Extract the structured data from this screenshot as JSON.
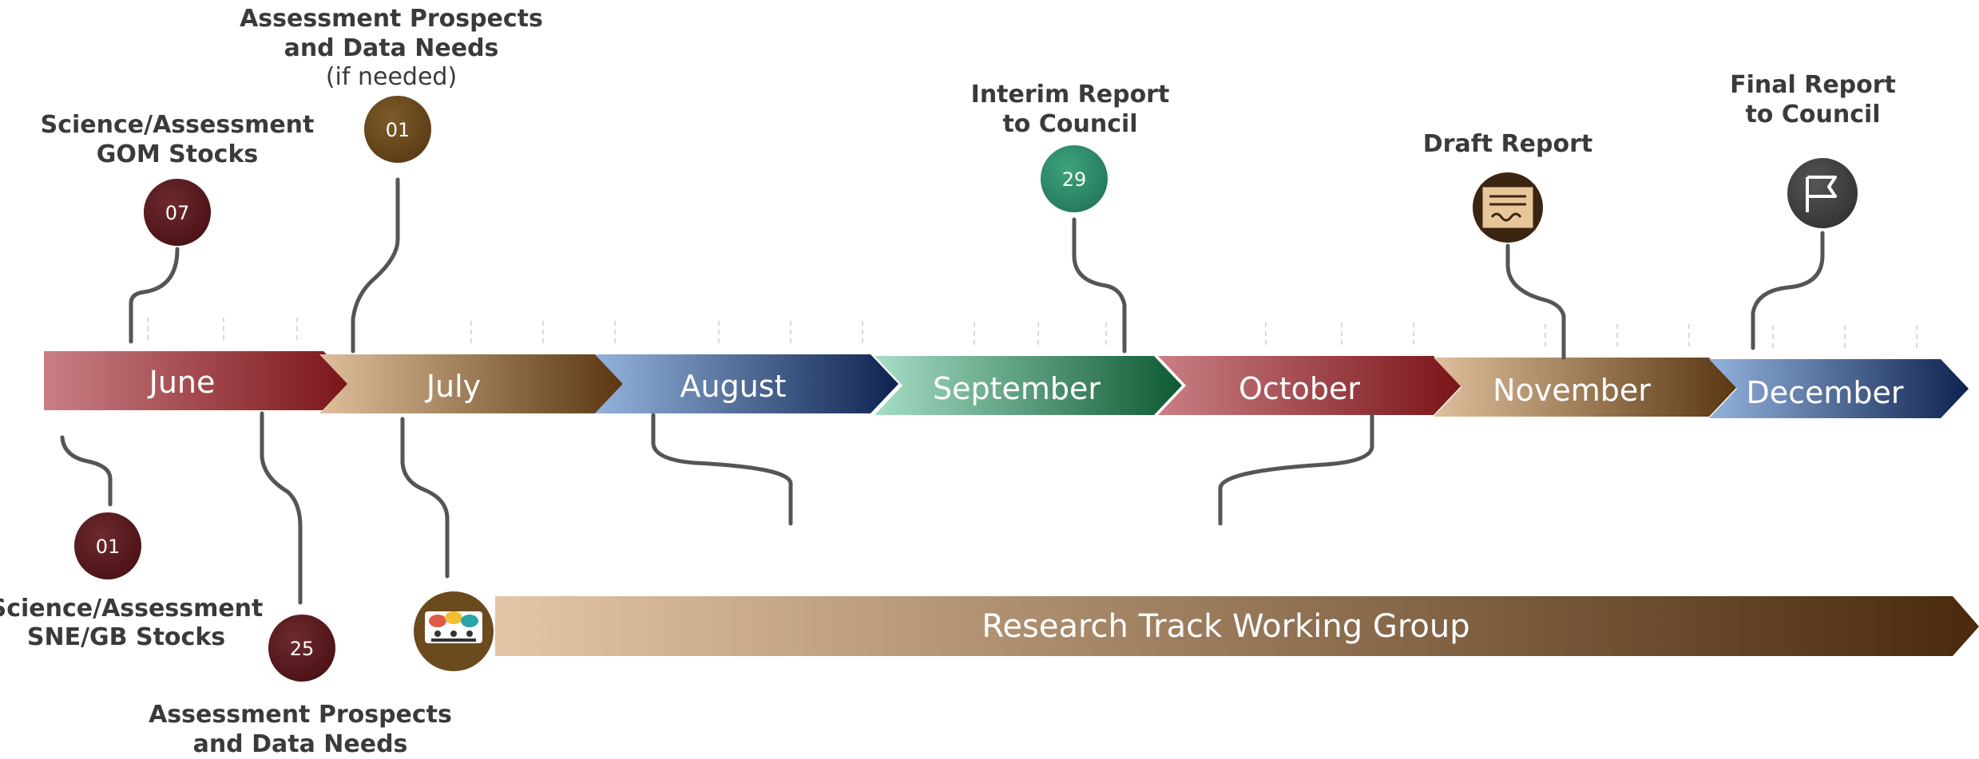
{
  "months": [
    "June",
    "July",
    "August",
    "September",
    "October",
    "November",
    "December"
  ],
  "workgroup": {
    "label": "Research Track Working Group"
  },
  "milestones": {
    "gom": {
      "day": "07",
      "line1": "Science/Assessment",
      "line2": "GOM Stocks"
    },
    "prospects_top": {
      "day": "01",
      "line1": "Assessment Prospects",
      "line2": "and Data Needs",
      "line3": "(if needed)"
    },
    "interim": {
      "day": "29",
      "line1": "Interim Report",
      "line2": "to Council"
    },
    "draft": {
      "line1": "Draft Report"
    },
    "final": {
      "line1": "Final Report",
      "line2": "to Council"
    },
    "sne": {
      "day": "01",
      "line1": "Science/Assessment",
      "line2": "SNE/GB Stocks"
    },
    "prospects_bottom": {
      "day": "25",
      "line1": "Assessment Prospects",
      "line2": "and Data Needs"
    }
  },
  "colors": {
    "june": [
      "#c97f84",
      "#7a1418"
    ],
    "july": [
      "#dfc09c",
      "#5a3612"
    ],
    "august": [
      "#93b3dd",
      "#0e2250"
    ],
    "september": [
      "#9fd9c2",
      "#0d5a33"
    ],
    "october": [
      "#c97f84",
      "#7a1418"
    ],
    "november": [
      "#dfc09c",
      "#5a3612"
    ],
    "december": [
      "#93b3dd",
      "#0e2250"
    ],
    "dot_maroon": "#5a1a1e",
    "dot_brown": "#6b4a1e",
    "dot_green": "#2e8a66",
    "dot_gray": "#404040"
  },
  "icons": {
    "draft": "document-icon",
    "final": "flag-icon",
    "workgroup": "meeting-icon"
  }
}
